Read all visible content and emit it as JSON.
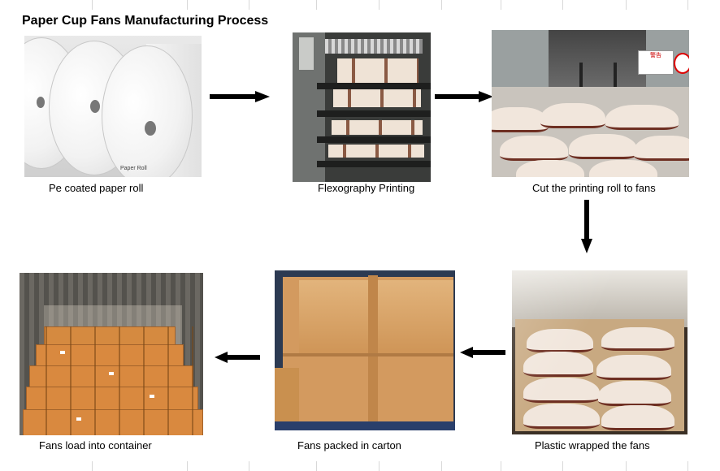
{
  "title": "Paper Cup Fans Manufacturing Process",
  "steps": [
    {
      "caption": "Pe coated paper roll",
      "photo_text": "Paper Roll"
    },
    {
      "caption": "Flexography Printing"
    },
    {
      "caption": "Cut the printing roll to fans",
      "sign_text": "警告"
    },
    {
      "caption": "Plastic wrapped the fans"
    },
    {
      "caption": "Fans packed in carton"
    },
    {
      "caption": "Fans load into container"
    }
  ],
  "colors": {
    "arrow": "#000000",
    "carton": "#d39a5f",
    "fan_print": "#6e2f22"
  },
  "icons": [
    "arrow-right-icon",
    "arrow-down-icon",
    "arrow-left-icon"
  ]
}
